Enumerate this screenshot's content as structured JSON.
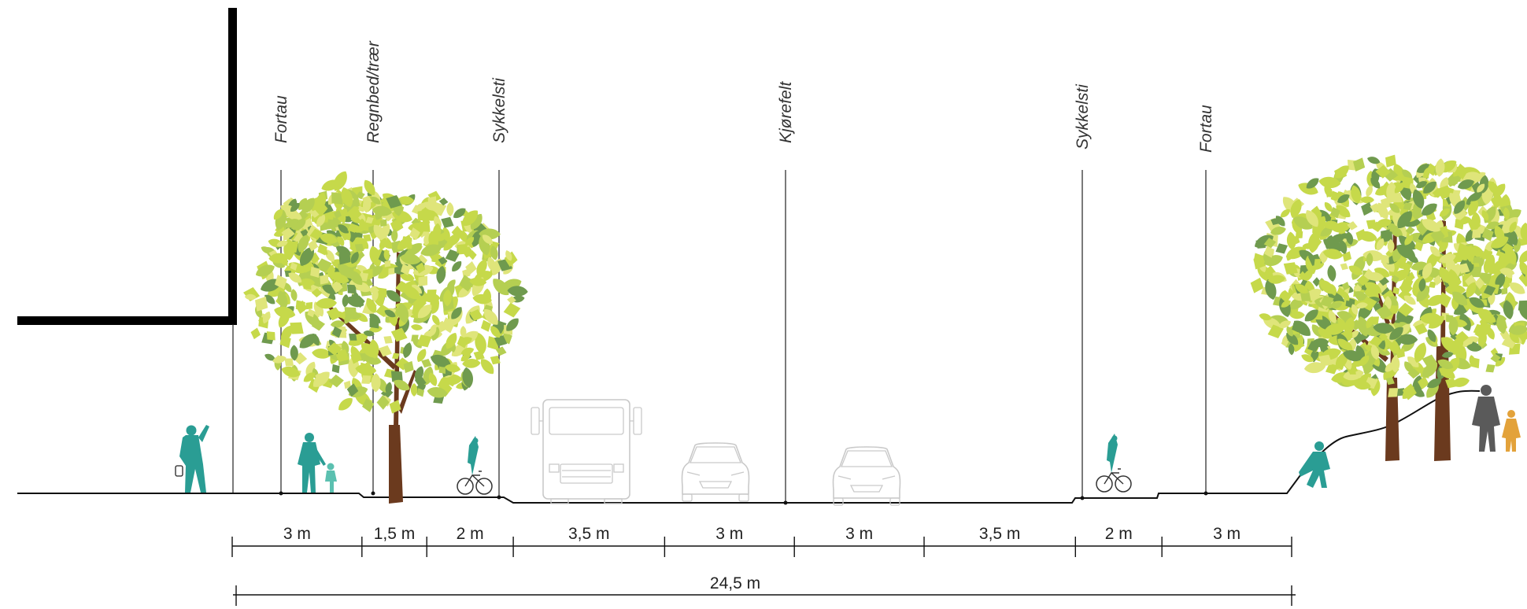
{
  "section": {
    "zone_labels": [
      {
        "key": "fortau_left",
        "text": "Fortau"
      },
      {
        "key": "regnbed",
        "text": "Regnbed/trær"
      },
      {
        "key": "sykkelsti_left",
        "text": "Sykkelsti"
      },
      {
        "key": "kjorefelt",
        "text": "Kjørefelt"
      },
      {
        "key": "sykkelsti_right",
        "text": "Sykkelsti"
      },
      {
        "key": "fortau_right",
        "text": "Fortau"
      }
    ],
    "widths": [
      "3 m",
      "1,5 m",
      "2 m",
      "3,5 m",
      "3 m",
      "3 m",
      "3,5 m",
      "2 m",
      "3 m"
    ],
    "width_values_m": [
      3,
      1.5,
      2,
      3.5,
      3,
      3,
      3.5,
      2,
      3
    ],
    "total_width": "24,5 m",
    "total_width_m": 24.5
  },
  "colors": {
    "teal": "#2a9d94",
    "leaf_light": "#c6d94a",
    "leaf_yellow": "#dfe57a",
    "leaf_dark": "#6f9a4e",
    "trunk": "#6b3a1e",
    "vehicle_outline": "#c9c9c9",
    "grey_person": "#5a5a5a",
    "orange_person": "#e3a23a",
    "line": "#111111"
  },
  "icons": [
    "building-icon",
    "tree-icon",
    "pedestrian-icon",
    "cyclist-icon",
    "truck-icon",
    "car-icon"
  ]
}
